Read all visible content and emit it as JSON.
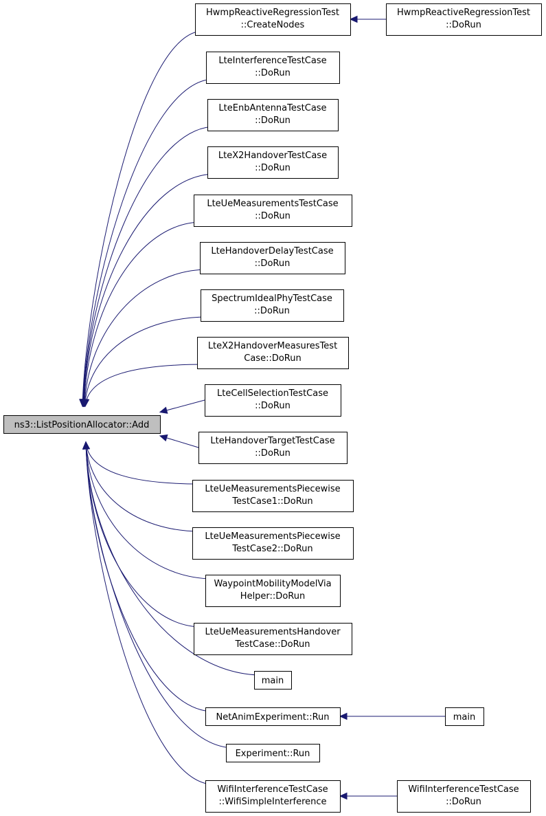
{
  "graph": {
    "root": "ns3::ListPositionAllocator::Add",
    "nodes": [
      {
        "id": "root",
        "lines": [
          "ns3::ListPositionAllocator::Add"
        ]
      },
      {
        "id": "hwmp_create",
        "lines": [
          "HwmpReactiveRegressionTest",
          "::CreateNodes"
        ]
      },
      {
        "id": "hwmp_dorun",
        "lines": [
          "HwmpReactiveRegressionTest",
          "::DoRun"
        ]
      },
      {
        "id": "lte_interference",
        "lines": [
          "LteInterferenceTestCase",
          "::DoRun"
        ]
      },
      {
        "id": "lte_enb_antenna",
        "lines": [
          "LteEnbAntennaTestCase",
          "::DoRun"
        ]
      },
      {
        "id": "lte_x2_handover",
        "lines": [
          "LteX2HandoverTestCase",
          "::DoRun"
        ]
      },
      {
        "id": "lte_ue_meas",
        "lines": [
          "LteUeMeasurementsTestCase",
          "::DoRun"
        ]
      },
      {
        "id": "lte_handover_delay",
        "lines": [
          "LteHandoverDelayTestCase",
          "::DoRun"
        ]
      },
      {
        "id": "spectrum_ideal",
        "lines": [
          "SpectrumIdealPhyTestCase",
          "::DoRun"
        ]
      },
      {
        "id": "lte_x2_measures",
        "lines": [
          "LteX2HandoverMeasuresTest",
          "Case::DoRun"
        ]
      },
      {
        "id": "lte_cell_selection",
        "lines": [
          "LteCellSelectionTestCase",
          "::DoRun"
        ]
      },
      {
        "id": "lte_handover_target",
        "lines": [
          "LteHandoverTargetTestCase",
          "::DoRun"
        ]
      },
      {
        "id": "lte_ue_piecewise1",
        "lines": [
          "LteUeMeasurementsPiecewise",
          "TestCase1::DoRun"
        ]
      },
      {
        "id": "lte_ue_piecewise2",
        "lines": [
          "LteUeMeasurementsPiecewise",
          "TestCase2::DoRun"
        ]
      },
      {
        "id": "waypoint",
        "lines": [
          "WaypointMobilityModelVia",
          "Helper::DoRun"
        ]
      },
      {
        "id": "lte_ue_handover",
        "lines": [
          "LteUeMeasurementsHandover",
          "TestCase::DoRun"
        ]
      },
      {
        "id": "main1",
        "lines": [
          "main"
        ]
      },
      {
        "id": "netanim_run",
        "lines": [
          "NetAnimExperiment::Run"
        ]
      },
      {
        "id": "main2",
        "lines": [
          "main"
        ]
      },
      {
        "id": "experiment_run",
        "lines": [
          "Experiment::Run"
        ]
      },
      {
        "id": "wifi_simple",
        "lines": [
          "WifiInterferenceTestCase",
          "::WifiSimpleInterference"
        ]
      },
      {
        "id": "wifi_dorun",
        "lines": [
          "WifiInterferenceTestCase",
          "::DoRun"
        ]
      }
    ],
    "edges": [
      {
        "from": "hwmp_create",
        "to": "root"
      },
      {
        "from": "hwmp_dorun",
        "to": "hwmp_create"
      },
      {
        "from": "lte_interference",
        "to": "root"
      },
      {
        "from": "lte_enb_antenna",
        "to": "root"
      },
      {
        "from": "lte_x2_handover",
        "to": "root"
      },
      {
        "from": "lte_ue_meas",
        "to": "root"
      },
      {
        "from": "lte_handover_delay",
        "to": "root"
      },
      {
        "from": "spectrum_ideal",
        "to": "root"
      },
      {
        "from": "lte_x2_measures",
        "to": "root"
      },
      {
        "from": "lte_cell_selection",
        "to": "root"
      },
      {
        "from": "lte_handover_target",
        "to": "root"
      },
      {
        "from": "lte_ue_piecewise1",
        "to": "root"
      },
      {
        "from": "lte_ue_piecewise2",
        "to": "root"
      },
      {
        "from": "waypoint",
        "to": "root"
      },
      {
        "from": "lte_ue_handover",
        "to": "root"
      },
      {
        "from": "main1",
        "to": "root"
      },
      {
        "from": "netanim_run",
        "to": "root"
      },
      {
        "from": "main2",
        "to": "netanim_run"
      },
      {
        "from": "experiment_run",
        "to": "root"
      },
      {
        "from": "wifi_simple",
        "to": "root"
      },
      {
        "from": "wifi_dorun",
        "to": "wifi_simple"
      }
    ]
  }
}
